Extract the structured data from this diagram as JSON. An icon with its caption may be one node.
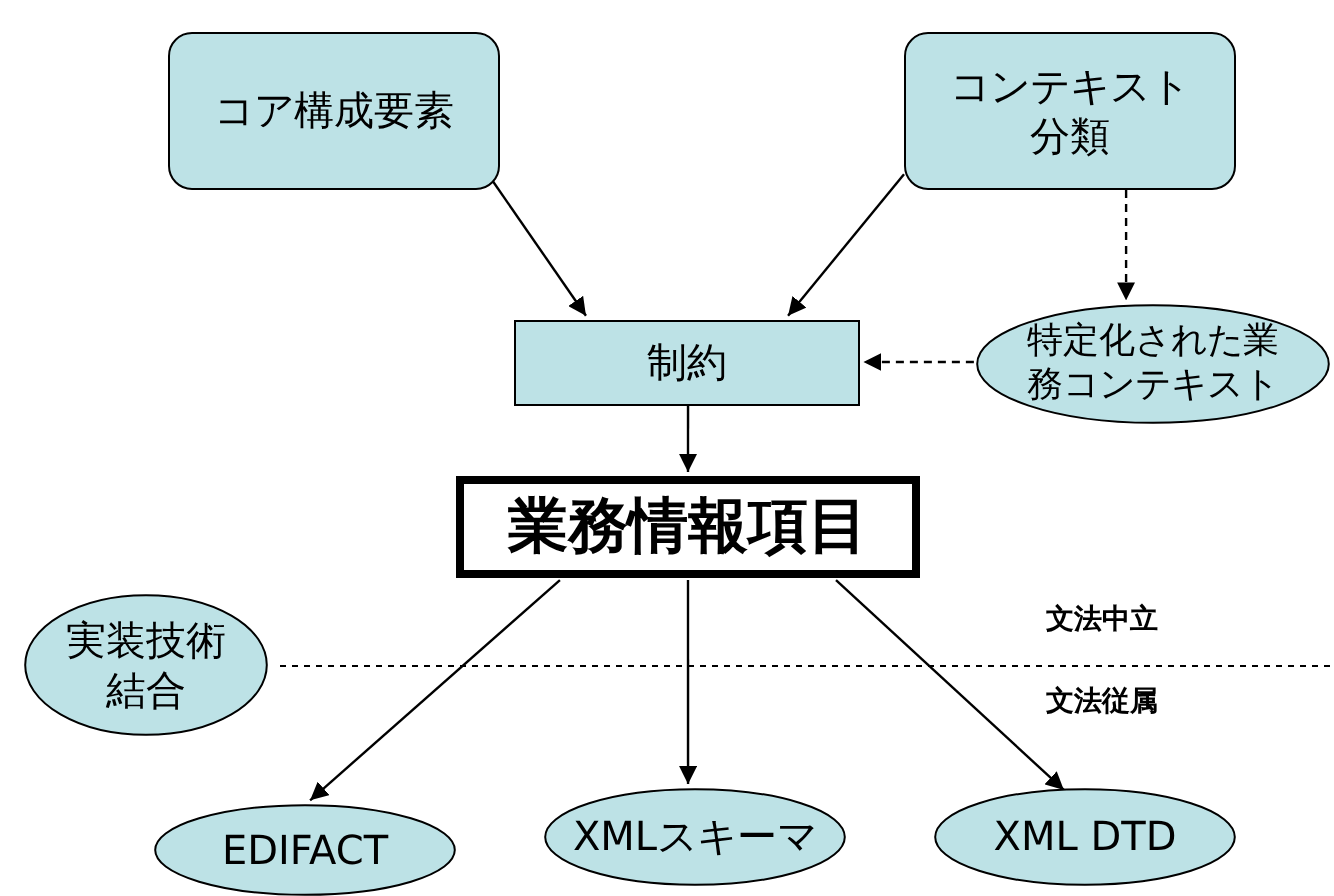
{
  "diagram": {
    "nodes": [
      {
        "text": [
          "コア構成要素"
        ]
      },
      {
        "text": [
          "コンテキスト分類"
        ]
      },
      {
        "text": [
          "制約"
        ]
      },
      {
        "text": [
          "特定化された業務コンテキスト"
        ]
      },
      {
        "text": [
          "業務情報項目"
        ]
      },
      {
        "text": [
          "実装技術結合"
        ]
      },
      {
        "text": [
          "EDIFACT"
        ]
      },
      {
        "text": [
          "XMLスキーマ"
        ]
      },
      {
        "text": [
          "XML DTD"
        ]
      }
    ],
    "edges": [
      {
        "from": 0,
        "to": 2,
        "arrow": "to"
      },
      {
        "from": 1,
        "to": 2,
        "arrow": "to"
      },
      {
        "from": 1,
        "to": 3,
        "arrow": "to",
        "style": "dashed"
      },
      {
        "from": 3,
        "to": 2,
        "arrow": "to",
        "style": "dashed"
      },
      {
        "from": 2,
        "to": 4,
        "arrow": "to"
      },
      {
        "from": 4,
        "to": 6,
        "arrow": "to"
      },
      {
        "from": 4,
        "to": 7,
        "arrow": "to"
      },
      {
        "from": 4,
        "to": 8,
        "arrow": "to"
      }
    ],
    "labels": [
      "文法中立",
      "文法従属"
    ]
  }
}
